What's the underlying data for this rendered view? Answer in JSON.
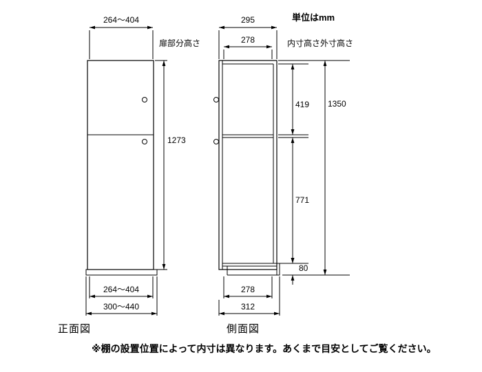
{
  "page": {
    "unit_label": "単位はmm",
    "footnote": "※棚の設置位置によって内寸は異なります。あくまで目安としてご覧ください。"
  },
  "labels": {
    "door_section_height": "扉部分高さ",
    "inner_height": "内寸高さ",
    "outer_height": "外寸高さ"
  },
  "front_view": {
    "title": "正面図",
    "door_width_top": "264〜404",
    "door_section_height_value": "1273",
    "door_width_bottom": "264〜404",
    "overall_width": "300〜440"
  },
  "side_view": {
    "title": "側面図",
    "outer_depth_top": "295",
    "inner_depth_top": "278",
    "upper_inner_height": "419",
    "lower_inner_height": "771",
    "base_height": "80",
    "outer_height_value": "1350",
    "inner_depth_bottom": "278",
    "overall_depth_bottom": "312"
  }
}
